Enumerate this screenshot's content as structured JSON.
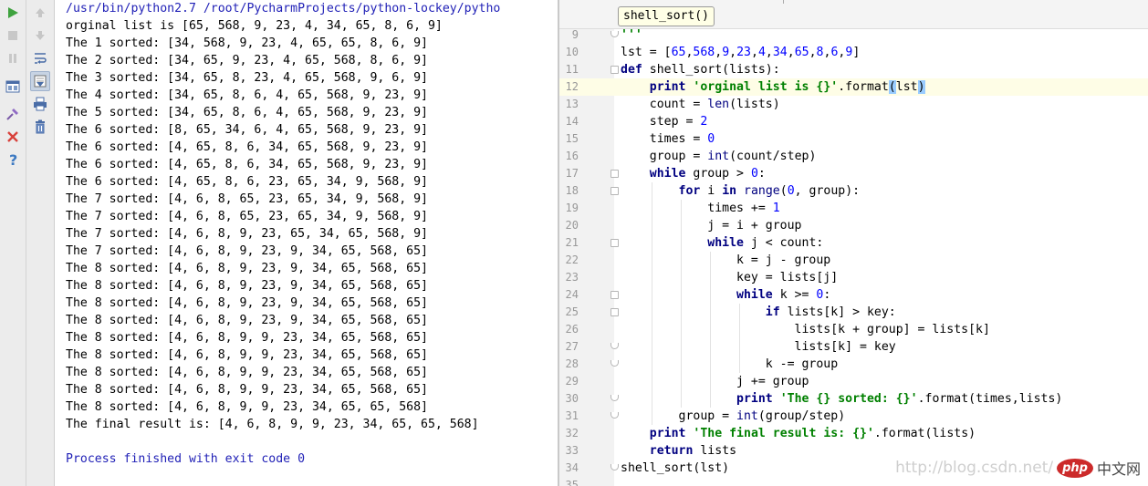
{
  "console": {
    "lines": [
      "/usr/bin/python2.7 /root/PycharmProjects/python-lockey/pytho",
      "orginal list is [65, 568, 9, 23, 4, 34, 65, 8, 6, 9]",
      "The 1 sorted: [34, 568, 9, 23, 4, 65, 65, 8, 6, 9]",
      "The 2 sorted: [34, 65, 9, 23, 4, 65, 568, 8, 6, 9]",
      "The 3 sorted: [34, 65, 8, 23, 4, 65, 568, 9, 6, 9]",
      "The 4 sorted: [34, 65, 8, 6, 4, 65, 568, 9, 23, 9]",
      "The 5 sorted: [34, 65, 8, 6, 4, 65, 568, 9, 23, 9]",
      "The 6 sorted: [8, 65, 34, 6, 4, 65, 568, 9, 23, 9]",
      "The 6 sorted: [4, 65, 8, 6, 34, 65, 568, 9, 23, 9]",
      "The 6 sorted: [4, 65, 8, 6, 34, 65, 568, 9, 23, 9]",
      "The 6 sorted: [4, 65, 8, 6, 23, 65, 34, 9, 568, 9]",
      "The 7 sorted: [4, 6, 8, 65, 23, 65, 34, 9, 568, 9]",
      "The 7 sorted: [4, 6, 8, 65, 23, 65, 34, 9, 568, 9]",
      "The 7 sorted: [4, 6, 8, 9, 23, 65, 34, 65, 568, 9]",
      "The 7 sorted: [4, 6, 8, 9, 23, 9, 34, 65, 568, 65]",
      "The 8 sorted: [4, 6, 8, 9, 23, 9, 34, 65, 568, 65]",
      "The 8 sorted: [4, 6, 8, 9, 23, 9, 34, 65, 568, 65]",
      "The 8 sorted: [4, 6, 8, 9, 23, 9, 34, 65, 568, 65]",
      "The 8 sorted: [4, 6, 8, 9, 23, 9, 34, 65, 568, 65]",
      "The 8 sorted: [4, 6, 8, 9, 9, 23, 34, 65, 568, 65]",
      "The 8 sorted: [4, 6, 8, 9, 9, 23, 34, 65, 568, 65]",
      "The 8 sorted: [4, 6, 8, 9, 9, 23, 34, 65, 568, 65]",
      "The 8 sorted: [4, 6, 8, 9, 9, 23, 34, 65, 568, 65]",
      "The 8 sorted: [4, 6, 8, 9, 9, 23, 34, 65, 65, 568]",
      "The final result is: [4, 6, 8, 9, 9, 23, 34, 65, 65, 568]",
      "",
      "Process finished with exit code 0"
    ]
  },
  "toolbar": {
    "run_icon": "run-icon",
    "stop_icon": "stop-icon",
    "pause_icon": "pause-icon",
    "restore_layout_icon": "restore-layout-icon",
    "pin_icon": "pin-icon",
    "close_icon": "close-icon",
    "help_icon": "help-icon",
    "up_icon": "arrow-up-icon",
    "down_icon": "arrow-down-icon",
    "soft_wrap_icon": "soft-wrap-icon",
    "scroll_to_end_icon": "scroll-to-end-icon",
    "print_icon": "print-icon",
    "trash_icon": "trash-icon"
  },
  "editor": {
    "hint": "shell_sort()",
    "current_line": "12",
    "lines": [
      {
        "no": "9",
        "text": "'''"
      },
      {
        "no": "10",
        "text": "lst = [65,568,9,23,4,34,65,8,6,9]"
      },
      {
        "no": "11",
        "text": "def shell_sort(lists):"
      },
      {
        "no": "12",
        "text": "    print 'orginal list is {}'.format(lst)"
      },
      {
        "no": "13",
        "text": "    count = len(lists)"
      },
      {
        "no": "14",
        "text": "    step = 2"
      },
      {
        "no": "15",
        "text": "    times = 0"
      },
      {
        "no": "16",
        "text": "    group = int(count/step)"
      },
      {
        "no": "17",
        "text": "    while group > 0:"
      },
      {
        "no": "18",
        "text": "        for i in range(0, group):"
      },
      {
        "no": "19",
        "text": "            times += 1"
      },
      {
        "no": "20",
        "text": "            j = i + group"
      },
      {
        "no": "21",
        "text": "            while j < count:"
      },
      {
        "no": "22",
        "text": "                k = j - group"
      },
      {
        "no": "23",
        "text": "                key = lists[j]"
      },
      {
        "no": "24",
        "text": "                while k >= 0:"
      },
      {
        "no": "25",
        "text": "                    if lists[k] > key:"
      },
      {
        "no": "26",
        "text": "                        lists[k + group] = lists[k]"
      },
      {
        "no": "27",
        "text": "                        lists[k] = key"
      },
      {
        "no": "28",
        "text": "                    k -= group"
      },
      {
        "no": "29",
        "text": "                j += group"
      },
      {
        "no": "30",
        "text": "                print 'The {} sorted: {}'.format(times,lists)"
      },
      {
        "no": "31",
        "text": "        group = int(group/step)"
      },
      {
        "no": "32",
        "text": "    print 'The final result is: {}'.format(lists)"
      },
      {
        "no": "33",
        "text": "    return lists"
      },
      {
        "no": "34",
        "text": "shell_sort(lst)"
      },
      {
        "no": "35",
        "text": ""
      }
    ]
  },
  "watermark": {
    "url": "http://blog.csdn.net/",
    "logo": "php",
    "cn": "中文网"
  },
  "colors": {
    "keyword": "#000080",
    "string": "#008000",
    "number": "#0000ff",
    "console_blue": "#1f1fb6",
    "current_line_bg": "#fefde6"
  }
}
